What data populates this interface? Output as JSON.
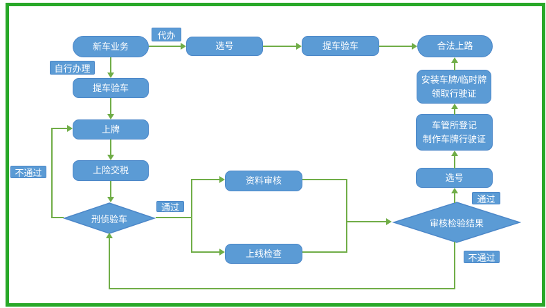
{
  "palette": {
    "background": "#FFFFFF",
    "frame_color": "#28A828",
    "node_fill": "#5B9BD5",
    "node_border": "#4C87C8",
    "node_text": "#FFFFFF",
    "line_color": "#70AD47"
  },
  "nodes": {
    "new_car_business": {
      "label": "新车业务",
      "shape": "stadium"
    },
    "select_number_top": {
      "label": "选号",
      "shape": "rounded-rect"
    },
    "pickup_inspect_top": {
      "label": "提车验车",
      "shape": "rounded-rect"
    },
    "legal_on_road": {
      "label": "合法上路",
      "shape": "stadium"
    },
    "pickup_inspect_left": {
      "label": "提车验车",
      "shape": "rounded-rect"
    },
    "get_plate": {
      "label": "上牌",
      "shape": "rounded-rect"
    },
    "insurance_tax": {
      "label": "上险交税",
      "shape": "rounded-rect"
    },
    "criminal_inspection": {
      "label": "刑侦验车",
      "shape": "diamond"
    },
    "document_review": {
      "label": "资料审核",
      "shape": "rounded-rect"
    },
    "online_check": {
      "label": "上线检查",
      "shape": "rounded-rect"
    },
    "review_result": {
      "label": "审核检验结果",
      "shape": "diamond"
    },
    "select_number_right": {
      "label": "选号",
      "shape": "rounded-rect"
    },
    "dmv_register": {
      "label": "车管所登记\n制作车牌行驶证",
      "shape": "rounded-rect"
    },
    "install_plate": {
      "label": "安装车牌/临时牌\n领取行驶证",
      "shape": "rounded-rect"
    }
  },
  "edge_labels": {
    "agent": "代办",
    "self_handle": "自行办理",
    "fail_left": "不通过",
    "pass_mid": "通过",
    "pass_right": "通过",
    "fail_right": "不通过"
  }
}
